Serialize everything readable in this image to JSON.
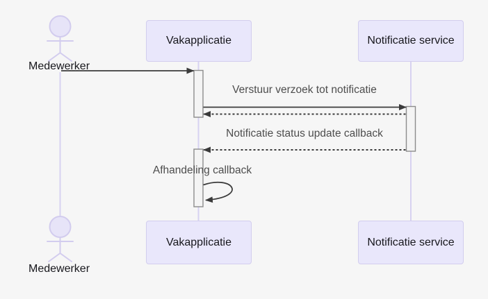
{
  "theme": {
    "background": "#f6f6f6",
    "participant_fill": "#e9e7fb",
    "participant_border": "#d2cdee",
    "participant_text_color": "#17171c",
    "lifeline_color": "#d7d2f1",
    "actor_line_color": "#d2ccee",
    "actor_head_fill": "#e7e4f8",
    "message_color": "#3b3b3b",
    "message_text_color": "#4d4d4d",
    "activation_fill": "#f4f4f4",
    "activation_border": "#8c8c8c"
  },
  "diagram": {
    "type": "sequence",
    "actor": {
      "name": "Medewerker"
    },
    "participants": [
      {
        "label": "Vakapplicatie"
      },
      {
        "label": "Notificatie service"
      }
    ],
    "messages": [
      {
        "label": "",
        "style": "solid",
        "from": "Medewerker",
        "to": "Vakapplicatie"
      },
      {
        "label": "Verstuur verzoek tot notificatie",
        "style": "solid",
        "from": "Vakapplicatie",
        "to": "Notificatie service"
      },
      {
        "label": "",
        "style": "dashed",
        "from": "Notificatie service",
        "to": "Vakapplicatie"
      },
      {
        "label": "Notificatie status update callback",
        "style": "dashed",
        "from": "Notificatie service",
        "to": "Vakapplicatie"
      },
      {
        "label": "Afhandeling callback",
        "style": "self-loop",
        "from": "Vakapplicatie",
        "to": "Vakapplicatie"
      }
    ]
  }
}
